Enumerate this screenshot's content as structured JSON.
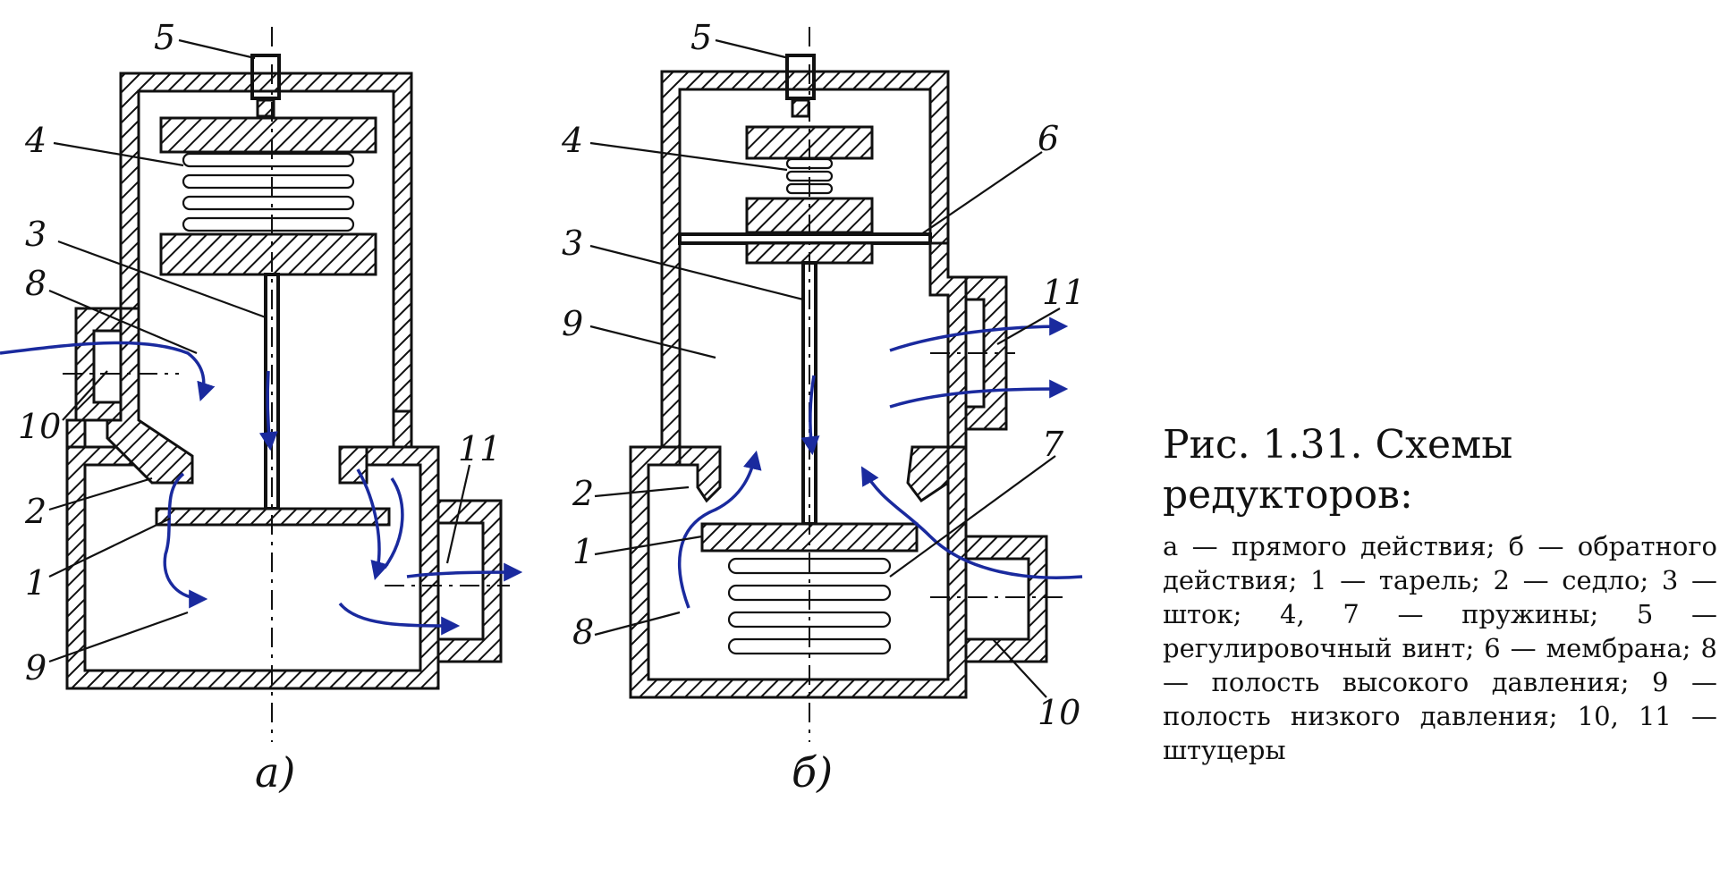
{
  "diagram_a": {
    "labels": [
      "5",
      "4",
      "3",
      "8",
      "10",
      "2",
      "1",
      "9",
      "11"
    ],
    "caption_label": "а)"
  },
  "diagram_b": {
    "labels": [
      "5",
      "4",
      "6",
      "3",
      "9",
      "11",
      "2",
      "1",
      "7",
      "8",
      "10"
    ],
    "caption_label": "б)"
  },
  "caption": {
    "title": "Рис. 1.31. Схемы редукторов:",
    "text": "а — прямого действия; б — обратного действия; 1 — тарель; 2 — седло; 3 — шток; 4, 7 — пружины; 5 — регулировочный винт; 6 — мембрана; 8 — полость высокого давления; 9 — полость низкого давления; 10, 11 — штуцеры"
  },
  "colors": {
    "ink": "#111111",
    "flow_arrows": "#1a2a9e"
  }
}
